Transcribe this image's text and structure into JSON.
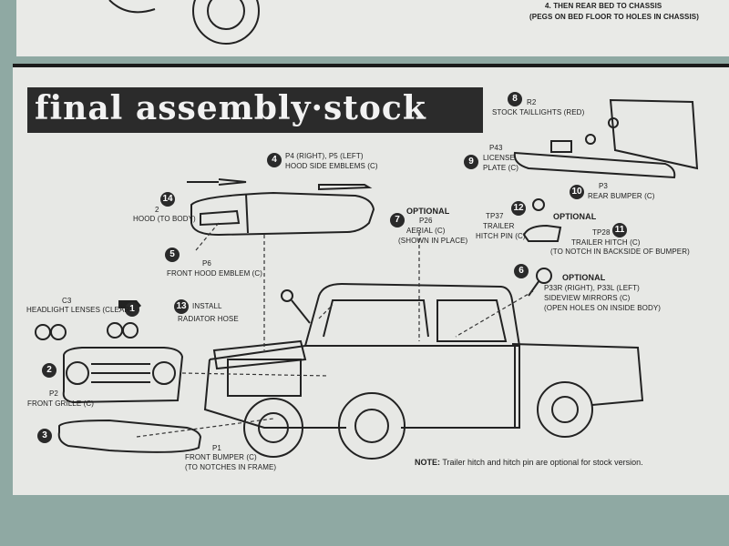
{
  "top": {
    "step4_line1": "4. THEN REAR BED TO CHASSIS",
    "step4_line2": "(PEGS ON BED FLOOR TO HOLES IN CHASSIS)"
  },
  "title": "final assembly·stock",
  "steps": [
    {
      "n": "1",
      "parts": "C3",
      "label": "HEADLIGHT LENSES (Clear)"
    },
    {
      "n": "2",
      "parts": "P2",
      "label": "FRONT GRILLE (C)"
    },
    {
      "n": "3",
      "parts": "P1",
      "label": "FRONT BUMPER (C)",
      "sub": "(To notches in frame)"
    },
    {
      "n": "4",
      "parts": "P4 (Right), P5 (Left)",
      "label": "HOOD SIDE EMBLEMS (C)"
    },
    {
      "n": "5",
      "parts": "P6",
      "label": "FRONT HOOD EMBLEM (C)"
    },
    {
      "n": "6",
      "optional": "OPTIONAL",
      "parts": "P33R (Right), P33L (Left)",
      "label": "SIDEVIEW MIRRORS (C)",
      "sub": "(Open holes on inside body)"
    },
    {
      "n": "7",
      "optional": "OPTIONAL",
      "parts": "P26",
      "label": "AERIAL (C)",
      "sub": "(Shown in place)"
    },
    {
      "n": "8",
      "parts": "R2",
      "label": "STOCK TAILLIGHTS (Red)"
    },
    {
      "n": "9",
      "parts": "P43",
      "label": "LICENSE",
      "label2": "PLATE (C)"
    },
    {
      "n": "10",
      "parts": "P3",
      "label": "REAR BUMPER (C)"
    },
    {
      "n": "11",
      "parts": "TP28",
      "label": "TRAILER HITCH (C)",
      "sub": "(To notch in backside of bumper)"
    },
    {
      "n": "12",
      "optional": "OPTIONAL",
      "parts": "TP37",
      "label": "TRAILER",
      "label2": "HITCH PIN (C)"
    },
    {
      "n": "13",
      "label": "INSTALL",
      "label2": "RADIATOR HOSE"
    },
    {
      "n": "14",
      "parts": "2",
      "label": "HOOD (To body)"
    }
  ],
  "note": {
    "prefix": "NOTE:",
    "text": "Trailer hitch and hitch pin are optional for stock version."
  },
  "colors": {
    "background": "#8fa9a3",
    "paper": "#e7e8e5",
    "ink": "#2b2b2b"
  }
}
